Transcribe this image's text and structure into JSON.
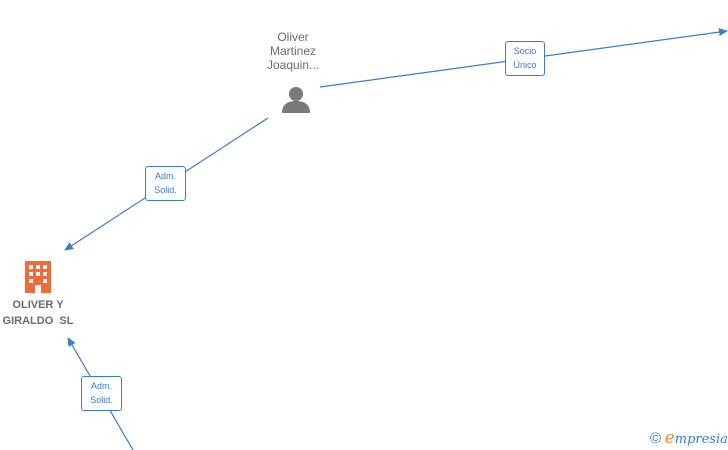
{
  "colors": {
    "edge": "#3a7bd5",
    "company": "#f26b3a",
    "person": "#7a7a7a",
    "text": "#6b6b6b"
  },
  "person_node": {
    "icon": "person-icon",
    "name_lines": [
      "Oliver",
      "Martinez",
      "Joaquin..."
    ]
  },
  "company_node": {
    "icon": "building-icon",
    "name_lines": [
      "OLIVER Y",
      "GIRALDO  SL"
    ]
  },
  "edges": [
    {
      "label_lines": [
        "Socio",
        "Único"
      ]
    },
    {
      "label_lines": [
        "Adm.",
        "Solid."
      ]
    },
    {
      "label_lines": [
        "Adm.",
        "Solid."
      ]
    }
  ],
  "watermark": {
    "copyright_symbol": "©",
    "brand_initial": "e",
    "brand_rest": "mpresia"
  }
}
